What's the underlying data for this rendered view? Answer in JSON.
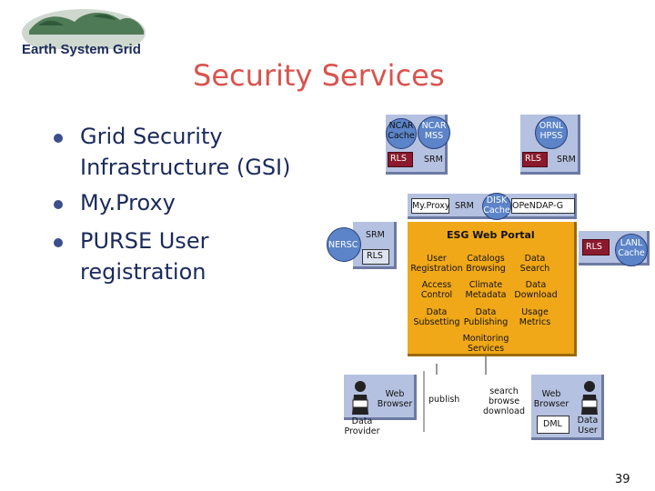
{
  "logo": {
    "text": "Earth System Grid"
  },
  "title": "Security Services",
  "bullets": [
    {
      "line1": "Grid Security",
      "line2": "Infrastructure (GSI)"
    },
    {
      "line1": "My.Proxy",
      "line2": ""
    },
    {
      "line1": "PURSE User",
      "line2": "registration"
    }
  ],
  "diagram": {
    "ncar": {
      "cache1": "NCAR",
      "cache2": "Cache",
      "mss1": "NCAR",
      "mss2": "MSS",
      "rls": "RLS",
      "srm": "SRM"
    },
    "ornl": {
      "hpss1": "ORNL",
      "hpss2": "HPSS",
      "rls": "RLS",
      "srm": "SRM"
    },
    "middle": {
      "myproxy": "My.Proxy",
      "srm": "SRM",
      "disk1": "DISK",
      "disk2": "Cache",
      "opendap": "OPeNDAP-G"
    },
    "nersc": {
      "label": "NERSC",
      "srm": "SRM",
      "rls": "RLS"
    },
    "lanl": {
      "rls": "RLS",
      "label1": "LANL",
      "label2": "Cache"
    },
    "portal": {
      "title": "ESG Web Portal",
      "items": [
        {
          "l1": "User",
          "l2": "Registration"
        },
        {
          "l1": "Catalogs",
          "l2": "Browsing"
        },
        {
          "l1": "Data",
          "l2": "Search"
        },
        {
          "l1": "Access",
          "l2": "Control"
        },
        {
          "l1": "Climate",
          "l2": "Metadata"
        },
        {
          "l1": "Data",
          "l2": "Download"
        },
        {
          "l1": "Data",
          "l2": "Subsetting"
        },
        {
          "l1": "Data",
          "l2": "Publishing"
        },
        {
          "l1": "Usage",
          "l2": "Metrics"
        },
        {
          "l1": "Monitoring",
          "l2": "Services"
        }
      ]
    },
    "provider": {
      "browser1": "Web",
      "browser2": "Browser",
      "label1": "Data",
      "label2": "Provider"
    },
    "publish": "publish",
    "search": {
      "l1": "search",
      "l2": "browse",
      "l3": "download"
    },
    "user": {
      "browser1": "Web",
      "browser2": "Browser",
      "dml": "DML",
      "label1": "Data",
      "label2": "User"
    }
  },
  "page_number": "39",
  "colors": {
    "title": "#d9534f",
    "text": "#1a2a5a",
    "panel": "#b5c1e0",
    "portal": "#f0a818",
    "circle": "#5c84c8",
    "redbox": "#8b1a2e"
  }
}
